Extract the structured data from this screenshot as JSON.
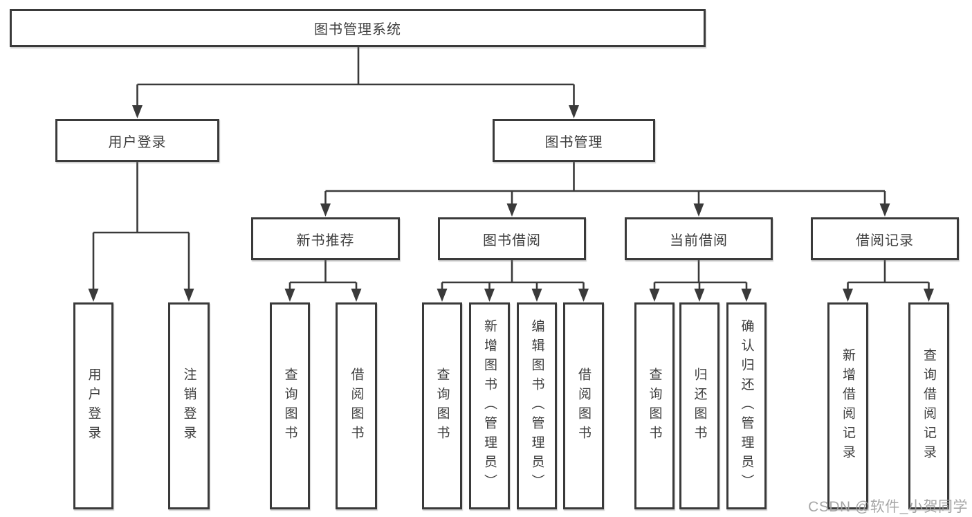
{
  "diagram": {
    "root": {
      "label": "图书管理系统"
    },
    "branches": [
      {
        "label": "用户登录",
        "children": [
          {
            "label": "用户登录"
          },
          {
            "label": "注销登录"
          }
        ]
      },
      {
        "label": "图书管理",
        "children": [
          {
            "label": "新书推荐",
            "children": [
              {
                "label": "查询图书"
              },
              {
                "label": "借阅图书"
              }
            ]
          },
          {
            "label": "图书借阅",
            "children": [
              {
                "label": "查询图书"
              },
              {
                "label": "新增图书（管理员）"
              },
              {
                "label": "编辑图书（管理员）"
              },
              {
                "label": "借阅图书"
              }
            ]
          },
          {
            "label": "当前借阅",
            "children": [
              {
                "label": "查询图书"
              },
              {
                "label": "归还图书"
              },
              {
                "label": "确认归还（管理员）"
              }
            ]
          },
          {
            "label": "借阅记录",
            "children": [
              {
                "label": "新增借阅记录"
              },
              {
                "label": "查询借阅记录"
              }
            ]
          }
        ]
      }
    ]
  },
  "watermark": {
    "text": "CSDN @软件_小贺同学"
  },
  "colors": {
    "line": "#3a3a3a",
    "box_border": "#3a3a3a",
    "box_fill": "#ffffff",
    "text": "#3d3d3d",
    "watermark": "#9e9e9e",
    "background": "#ffffff"
  }
}
